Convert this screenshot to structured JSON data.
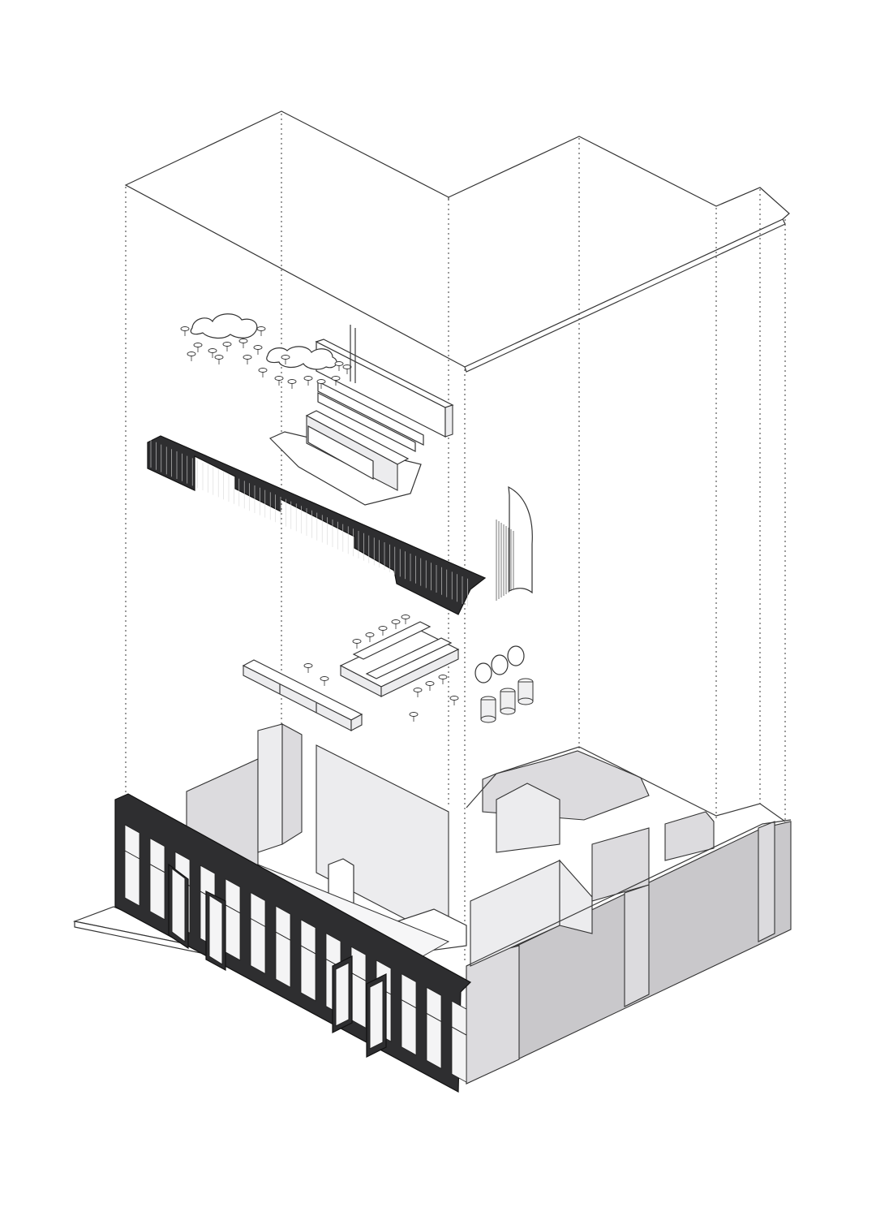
{
  "diagram": {
    "kind": "exploded-axonometric",
    "colors": {
      "background": "#ffffff",
      "line": "#333333",
      "facade": "#2e2e30",
      "wall_shade": "#c9c8cb",
      "wall_light": "#dcdbde"
    },
    "components": [
      "roof-outline",
      "ceiling-light-box",
      "slatted-wood-canopy",
      "curved-slat-screen",
      "cloud-tables-cluster",
      "bar-counters",
      "round-mirrors",
      "wash-basins",
      "ground-floor-shell",
      "storefront-facade"
    ]
  }
}
